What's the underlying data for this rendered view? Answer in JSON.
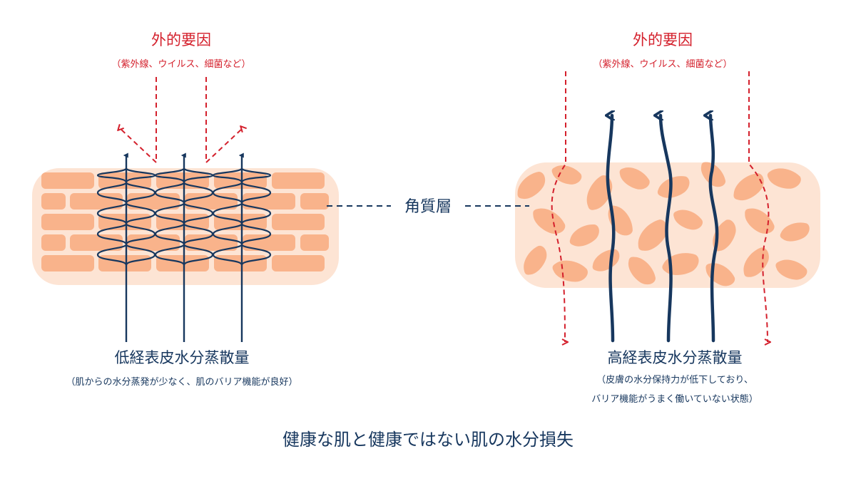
{
  "left": {
    "external_title": "外的要因",
    "external_sub": "（紫外線、ウイルス、細菌など）",
    "result_title": "低経表皮水分蒸散量",
    "result_sub": "（肌からの水分蒸発が少なく、肌のバリア機能が良好）"
  },
  "right": {
    "external_title": "外的要因",
    "external_sub": "（紫外線、ウイルス、細菌など）",
    "result_title": "高経表皮水分蒸散量",
    "result_sub_1": "（皮膚の水分保持力が低下しており、",
    "result_sub_2": "バリア機能がうまく働いていない状態）"
  },
  "center_label": "角質層",
  "caption": "健康な肌と健康ではない肌の水分損失",
  "colors": {
    "navy": "#17375e",
    "red": "#d4202c",
    "cell": "#f9b38b",
    "cell_bg": "#fde4d4"
  }
}
